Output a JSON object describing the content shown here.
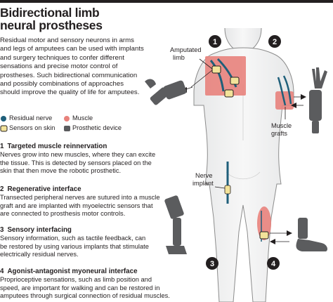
{
  "title": [
    "Bidirectional limb",
    "neural prostheses"
  ],
  "intro": [
    "Residual motor and sensory neurons in arms",
    "and legs of amputees can be used with implants",
    "and surgery techniques to confer different",
    "sensations and precise motor control of",
    "prostheses. Such bidirectional communication",
    "and possibly combinations of approaches",
    "should improve the quality of life for amputees."
  ],
  "legend": {
    "residual_nerve": "Residual nerve",
    "muscle": "Muscle",
    "sensors_on_skin": "Sensors on skin",
    "prosthetic_device": "Prosthetic device"
  },
  "colors": {
    "nerve": "#1f5f7a",
    "muscle": "#e8827c",
    "sensor": "#f3e39a",
    "prosthetic": "#5b5c5e",
    "badge": "#231f20",
    "body_outline": "#8c8c8c"
  },
  "sections": [
    {
      "num": "1",
      "title": "Targeted muscle reinnervation",
      "body": [
        "Nerves grow into new muscles, where they can excite",
        "the tissue. This is detected by sensors placed on the",
        "skin that then move the robotic prosthetic."
      ]
    },
    {
      "num": "2",
      "title": "Regenerative interface",
      "body": [
        "Transected peripheral nerves are sutured into a muscle",
        "graft and are implanted with myoelectric sensors that",
        "are connected to prosthesis motor controls."
      ]
    },
    {
      "num": "3",
      "title": "Sensory interfacing",
      "body": [
        "Sensory information, such as tactile feedback, can",
        "be restored by using various implants that stimulate",
        "electrically residual nerves."
      ]
    },
    {
      "num": "4",
      "title": "Agonist-antagonist myoneural interface",
      "body": [
        "Proprioceptive sensations, such as limb position and",
        "speed, are important for walking and can be restored in",
        "amputees through surgical connection of residual muscles."
      ]
    }
  ],
  "figure": {
    "badges": [
      "1",
      "2",
      "3",
      "4"
    ],
    "labels": {
      "amputated_limb": [
        "Amputated",
        "limb"
      ],
      "muscle_grafts": [
        "Muscle",
        "grafts"
      ],
      "nerve_implant": [
        "Nerve",
        "implant"
      ]
    }
  }
}
